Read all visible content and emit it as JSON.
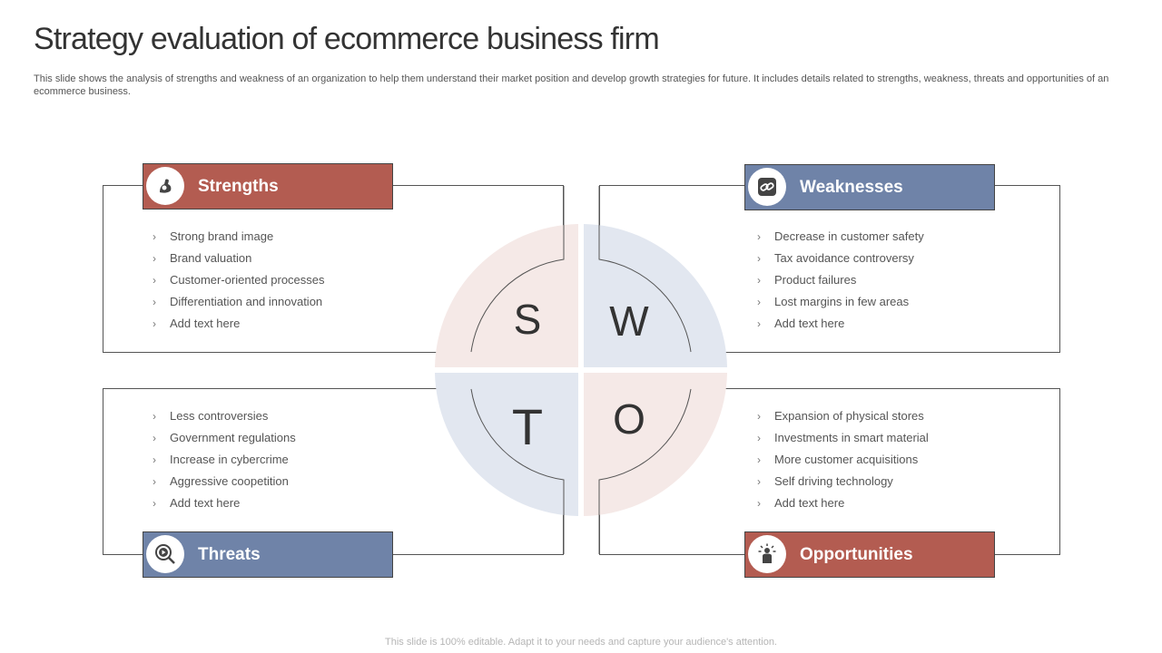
{
  "page": {
    "title": "Strategy evaluation of ecommerce business firm",
    "subtitle": "This slide shows the analysis of strengths and weakness of an organization to help them understand their market position and develop growth strategies for future. It includes details related to strengths, weakness, threats and opportunities of an ecommerce business.",
    "footer": "This slide is 100% editable. Adapt it to your needs and capture your audience's attention."
  },
  "colors": {
    "red": "#b35c51",
    "blue": "#6f83a8",
    "red_tint": "#f5e9e7",
    "blue_tint": "#e2e7f0",
    "text": "#555555"
  },
  "swot_letters": {
    "s": "S",
    "w": "W",
    "t": "T",
    "o": "O"
  },
  "quadrants": {
    "strengths": {
      "label": "Strengths",
      "icon": "flexed-arm-icon",
      "items": [
        "Strong brand image",
        "Brand valuation",
        "Customer-oriented  processes",
        "Differentiation  and innovation",
        "Add text here"
      ]
    },
    "weaknesses": {
      "label": "Weaknesses",
      "icon": "broken-link-icon",
      "items": [
        "Decrease in customer safety",
        "Tax avoidance  controversy",
        "Product failures",
        "Lost margins in few areas",
        "Add text here"
      ]
    },
    "threats": {
      "label": "Threats",
      "icon": "magnifier-target-icon",
      "items": [
        "Less controversies",
        "Government  regulations",
        "Increase in cybercrime",
        "Aggressive coopetition",
        "Add text here"
      ]
    },
    "opportunities": {
      "label": "Opportunities",
      "icon": "person-ideas-icon",
      "items": [
        "Expansion of physical stores",
        "Investments in smart material",
        "More customer acquisitions",
        "Self driving  technology",
        "Add text here"
      ]
    }
  }
}
